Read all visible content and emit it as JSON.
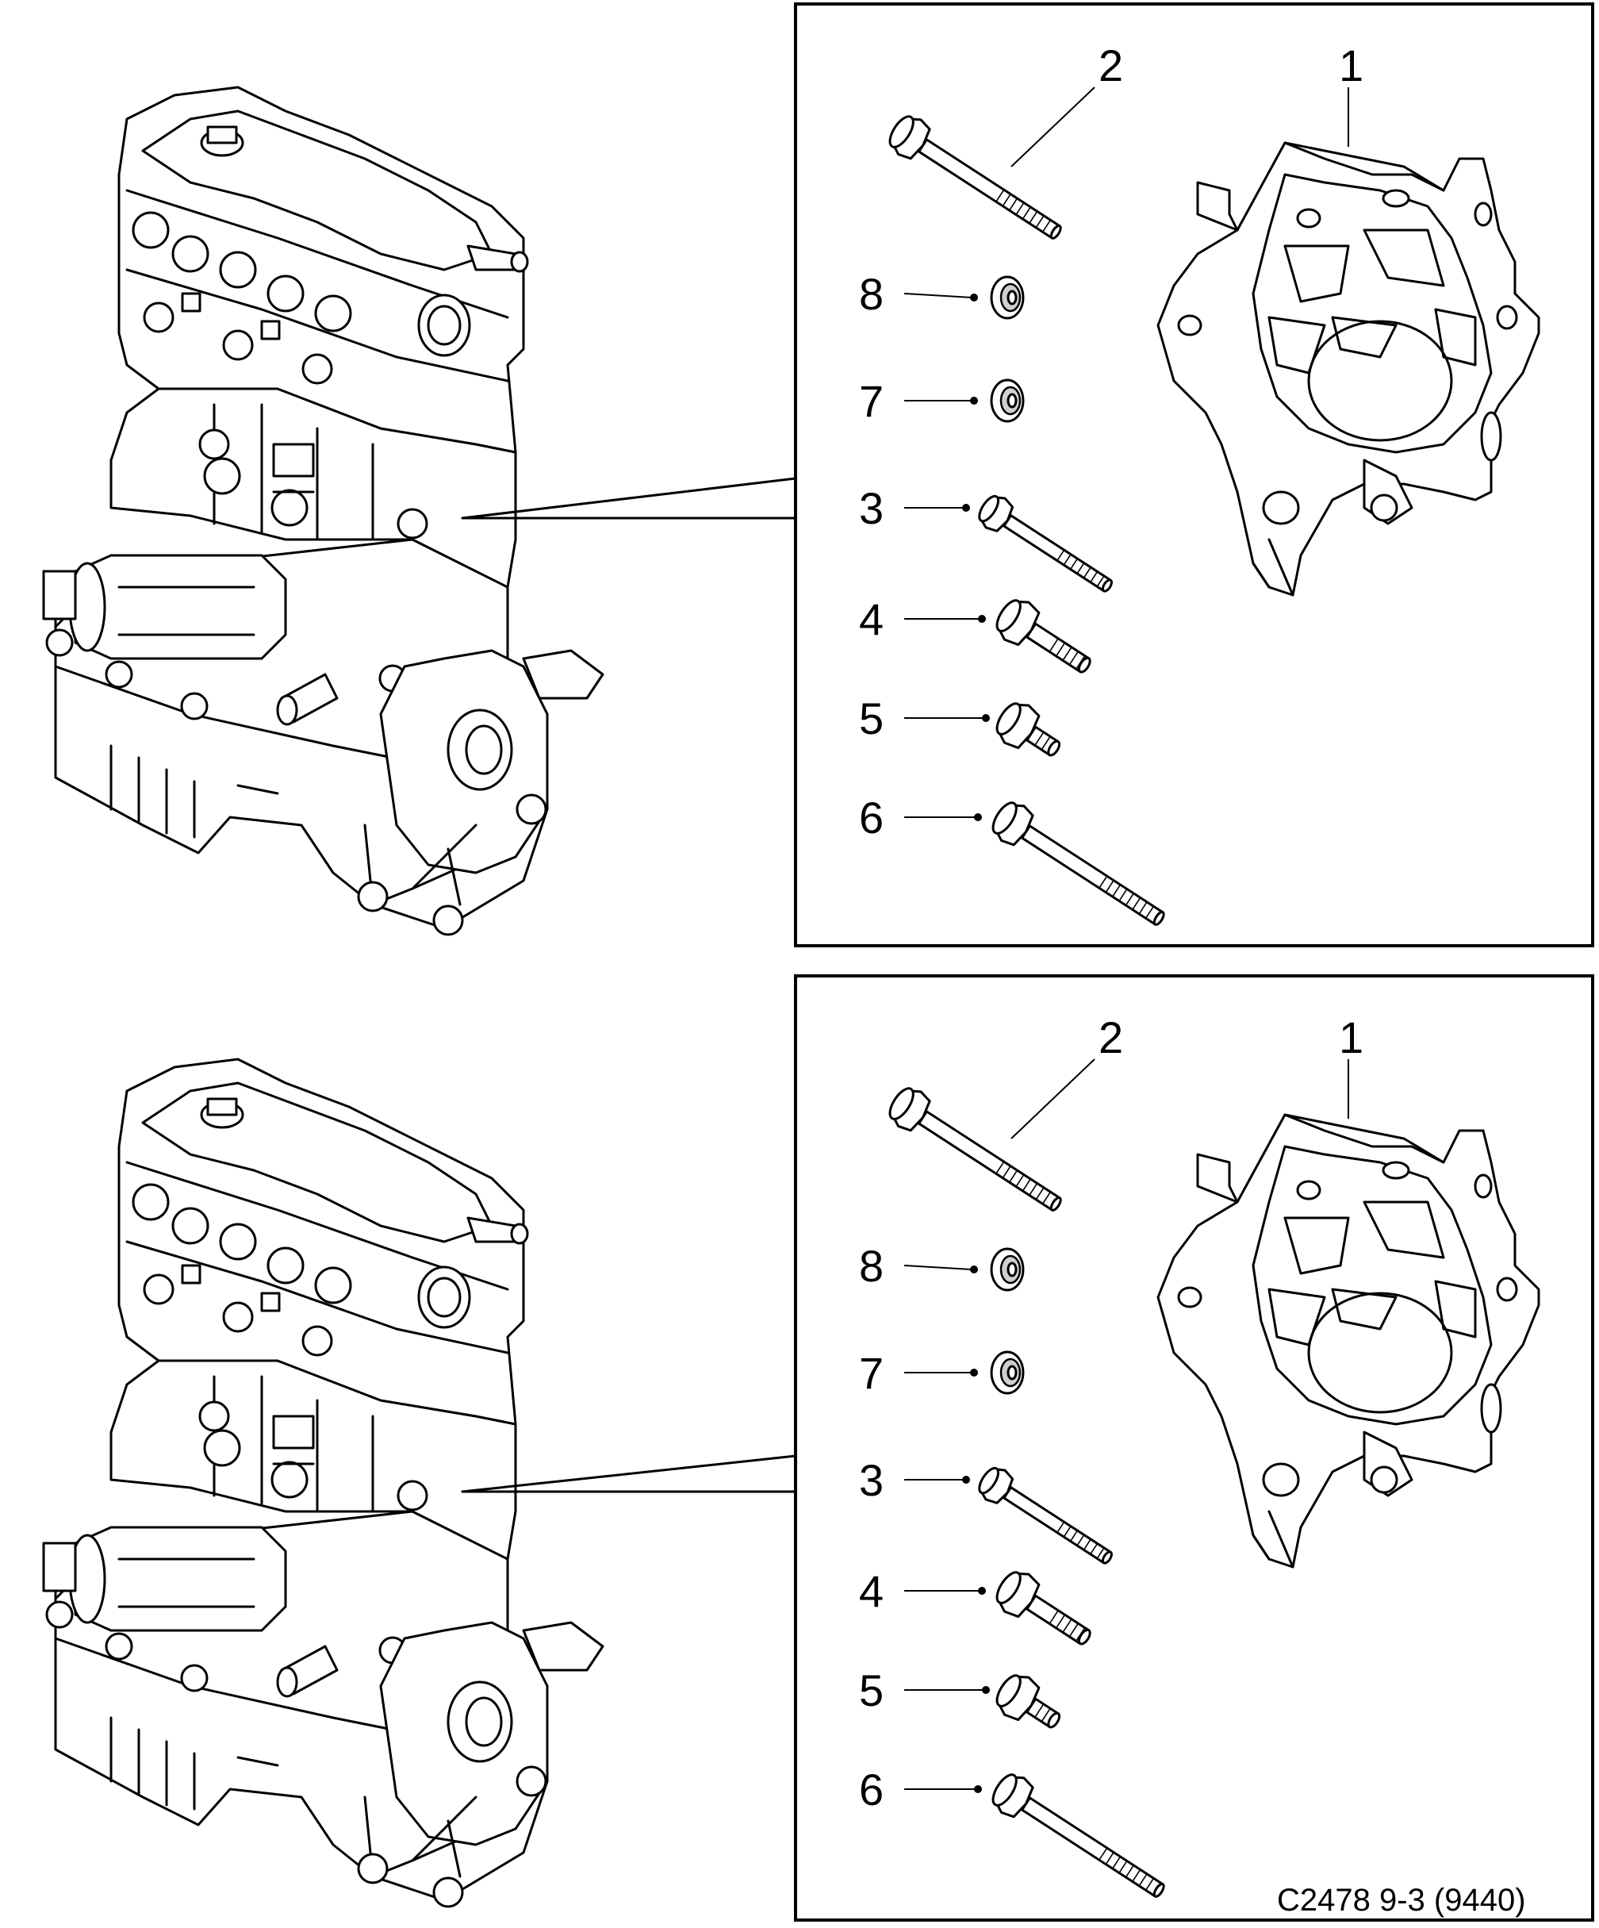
{
  "figure_code": "C2478 9-3 (9440)",
  "panels": [
    {
      "id": "top",
      "callouts": [
        "1",
        "2",
        "8",
        "7",
        "3",
        "4",
        "5",
        "6"
      ]
    },
    {
      "id": "bottom",
      "callouts": [
        "1",
        "2",
        "8",
        "7",
        "3",
        "4",
        "5",
        "6"
      ]
    }
  ],
  "parts": [
    {
      "ref": "1",
      "icon": "engine-bracket-icon"
    },
    {
      "ref": "2",
      "icon": "long-bolt-icon"
    },
    {
      "ref": "3",
      "icon": "bolt-icon"
    },
    {
      "ref": "4",
      "icon": "short-bolt-icon"
    },
    {
      "ref": "5",
      "icon": "stud-bolt-icon"
    },
    {
      "ref": "6",
      "icon": "long-bolt-icon"
    },
    {
      "ref": "7",
      "icon": "washer-nut-icon"
    },
    {
      "ref": "8",
      "icon": "washer-nut-icon"
    }
  ]
}
